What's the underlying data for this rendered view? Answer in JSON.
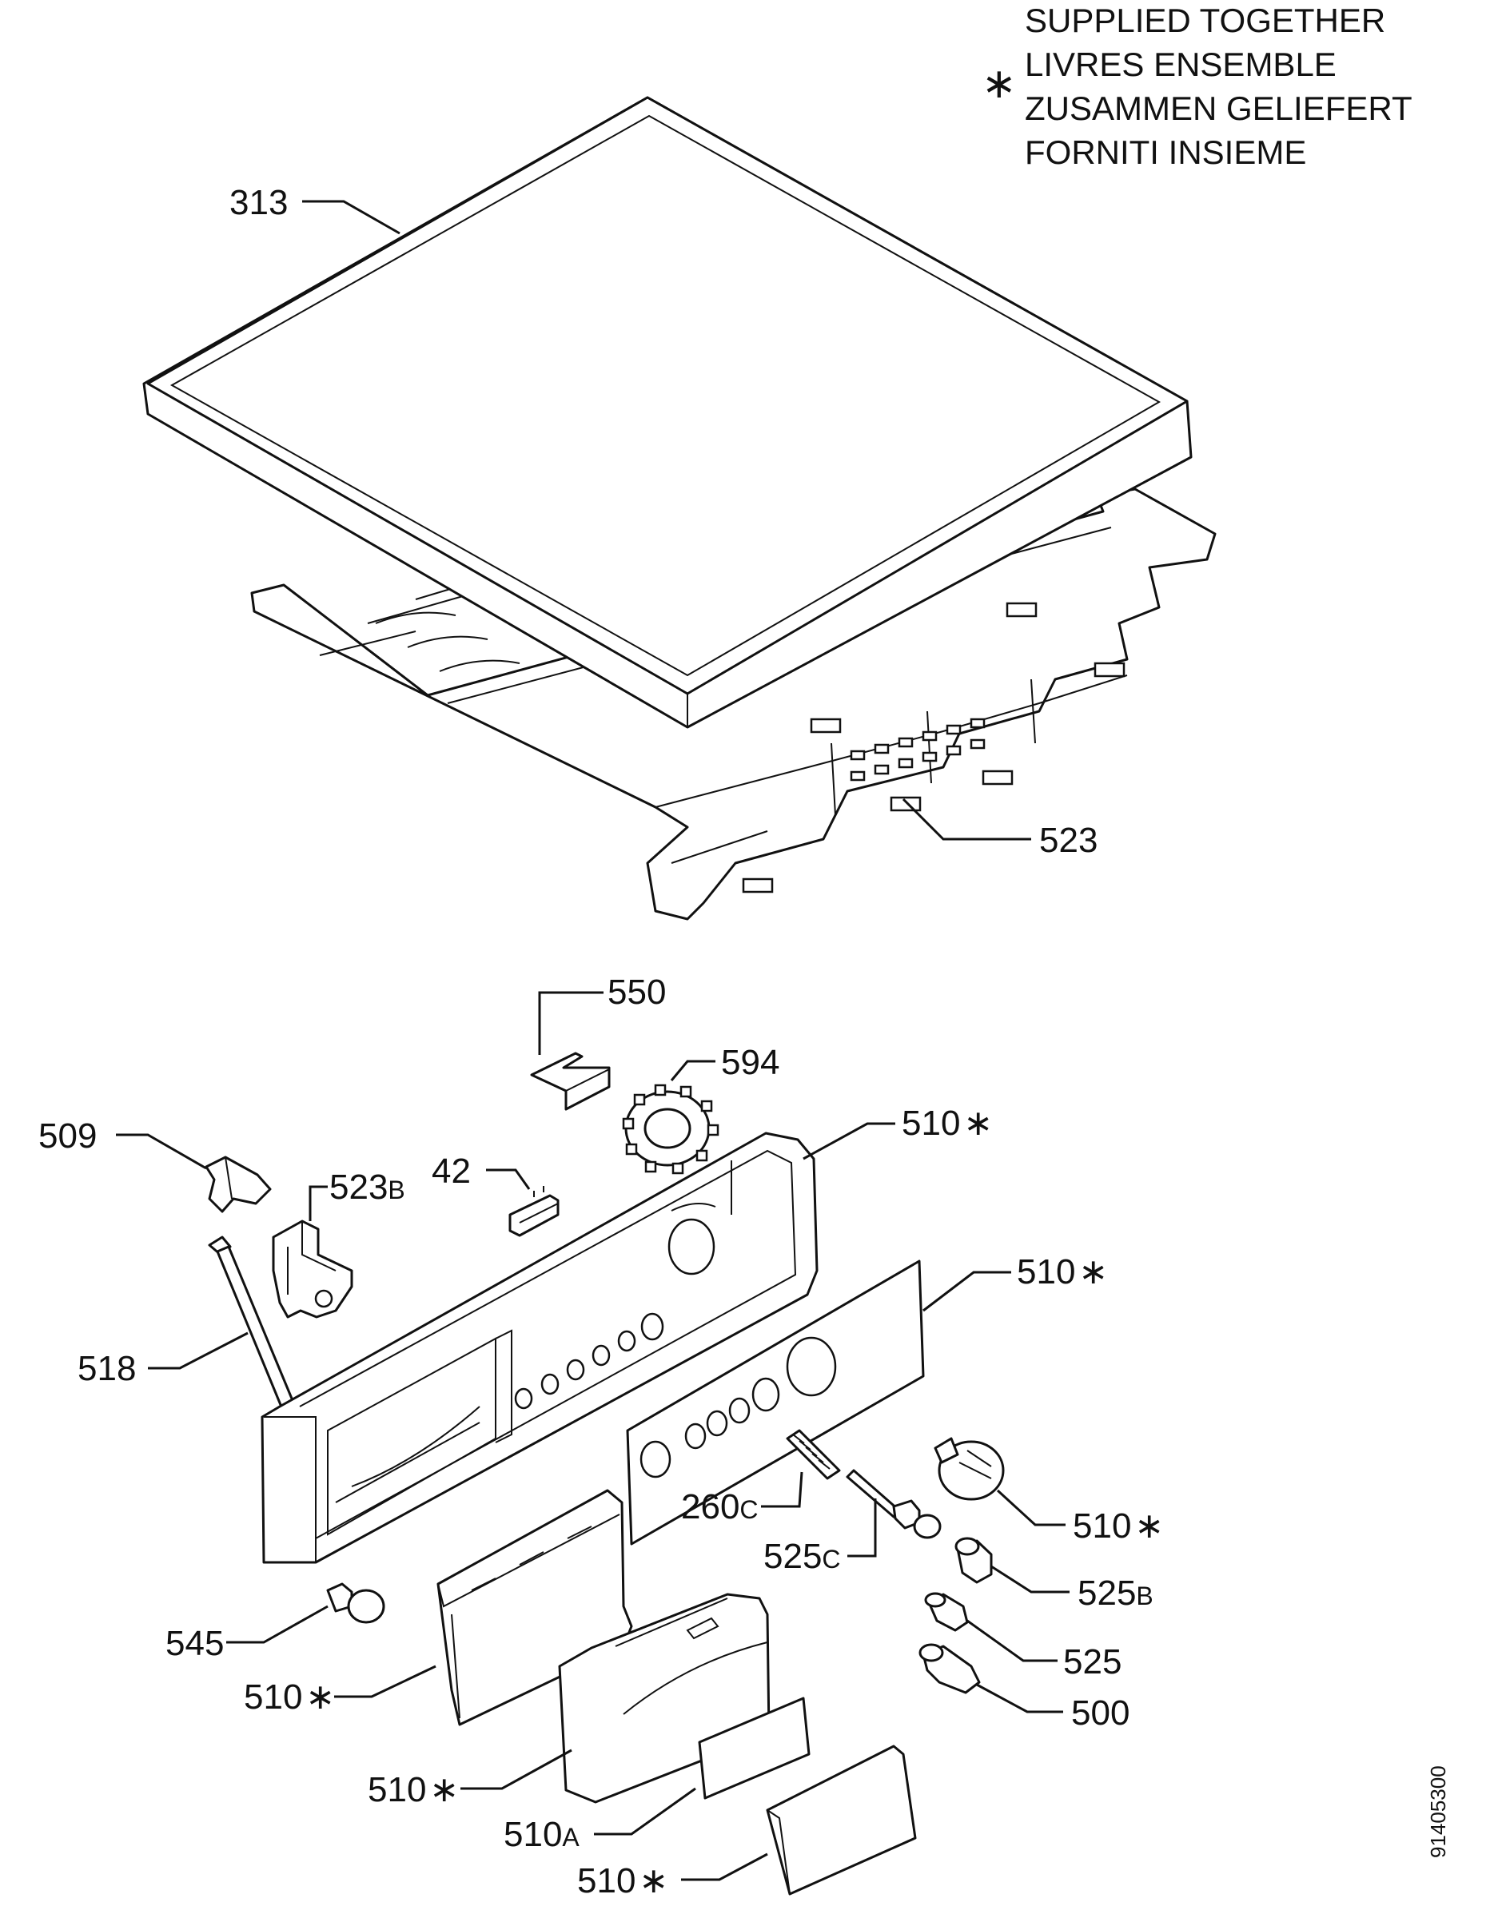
{
  "legend": {
    "symbol": "∗",
    "lines": [
      "SUPPLIED TOGETHER",
      "LIVRES ENSEMBLE",
      "ZUSAMMEN GELIEFERT",
      "FORNITI INSIEME"
    ]
  },
  "drawing_number": "91405300",
  "labels": [
    {
      "id": "313",
      "main": "313",
      "sub": ""
    },
    {
      "id": "523",
      "main": "523",
      "sub": ""
    },
    {
      "id": "550",
      "main": "550",
      "sub": ""
    },
    {
      "id": "594",
      "main": "594",
      "sub": ""
    },
    {
      "id": "509",
      "main": "509",
      "sub": ""
    },
    {
      "id": "510-panel",
      "main": "510",
      "sub": "∗"
    },
    {
      "id": "42",
      "main": "42",
      "sub": ""
    },
    {
      "id": "523B",
      "main": "523",
      "sub": "B"
    },
    {
      "id": "510-front",
      "main": "510",
      "sub": "∗"
    },
    {
      "id": "518",
      "main": "518",
      "sub": ""
    },
    {
      "id": "260C",
      "main": "260",
      "sub": "C"
    },
    {
      "id": "510-knob",
      "main": "510",
      "sub": "∗"
    },
    {
      "id": "525C",
      "main": "525",
      "sub": "C"
    },
    {
      "id": "525B",
      "main": "525",
      "sub": "B"
    },
    {
      "id": "545",
      "main": "545",
      "sub": ""
    },
    {
      "id": "525",
      "main": "525",
      "sub": ""
    },
    {
      "id": "510-drawer",
      "main": "510",
      "sub": "∗"
    },
    {
      "id": "500",
      "main": "500",
      "sub": ""
    },
    {
      "id": "510-handle",
      "main": "510",
      "sub": "∗"
    },
    {
      "id": "510A",
      "main": "510",
      "sub": "A"
    },
    {
      "id": "510-cover",
      "main": "510",
      "sub": "∗"
    }
  ]
}
